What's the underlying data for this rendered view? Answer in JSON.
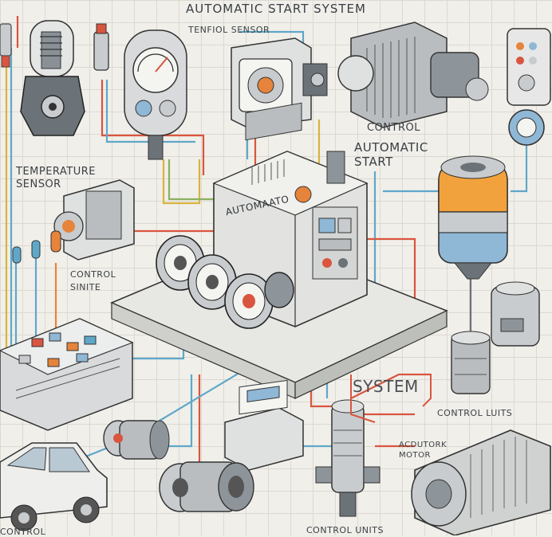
{
  "title": "AUTOMATIC START SYSTEM",
  "labels": {
    "tenfiol_sensor": "TENFIOL SENSOR",
    "control_top": "CONTROL",
    "automatic_start": "AUTOMATIC START",
    "temperature_sensor": "TEMPERATURE SENSOR",
    "control_sinite": "CONTROL SINITE",
    "system": "SYSTEM",
    "control_luits": "CONTROL LUITS",
    "acdutork_motor": "ACDUTORK MOTOR",
    "control_units": "CONTROL UNITS",
    "control_bottom_left": "CONTROL",
    "engine_plate": "AUTOMAATO"
  },
  "colors": {
    "wire_red": "#d9553f",
    "wire_blue": "#5fa7c9",
    "wire_orange": "#e6843b",
    "wire_yellow": "#d8b340",
    "wire_green": "#8bb060",
    "metal": "#c9ccce",
    "metal_dark": "#6c7378",
    "accent_orange": "#f2a23c",
    "accent_blue": "#8fb7d6"
  }
}
